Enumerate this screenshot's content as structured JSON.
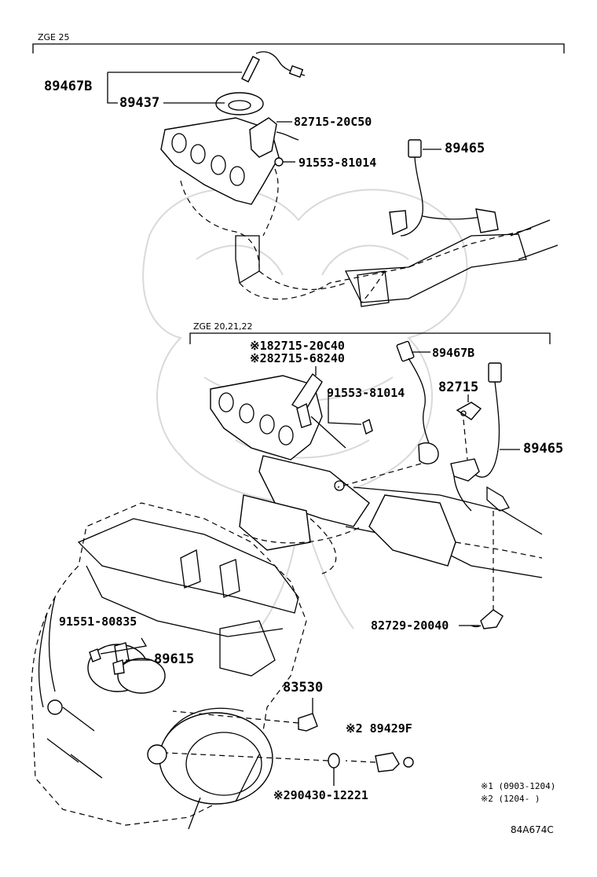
{
  "sections": {
    "zge25": "ZGE 25",
    "zge20": "ZGE 20,21,22"
  },
  "parts": {
    "p89467b_top": "89467B",
    "p89437": "89437",
    "p82715_20c50": "82715-20C50",
    "p89465_top": "89465",
    "p91553_top": "91553-81014",
    "p82715_20c40": "※182715-20C40",
    "p82715_68240": "※282715-68240",
    "p89467b_mid": "89467B",
    "p91553_mid": "91553-81014",
    "p82715": "82715",
    "p89465_mid": "89465",
    "p91551": "91551-80835",
    "p89615": "89615",
    "p82729": "82729-20040",
    "p83530": "83530",
    "p89429f": "※2 89429F",
    "p90430": "※290430-12221"
  },
  "notes": {
    "n1": "※1 (0903-1204)",
    "n2": "※2 (1204-      )"
  },
  "figure_code": "84A674C"
}
